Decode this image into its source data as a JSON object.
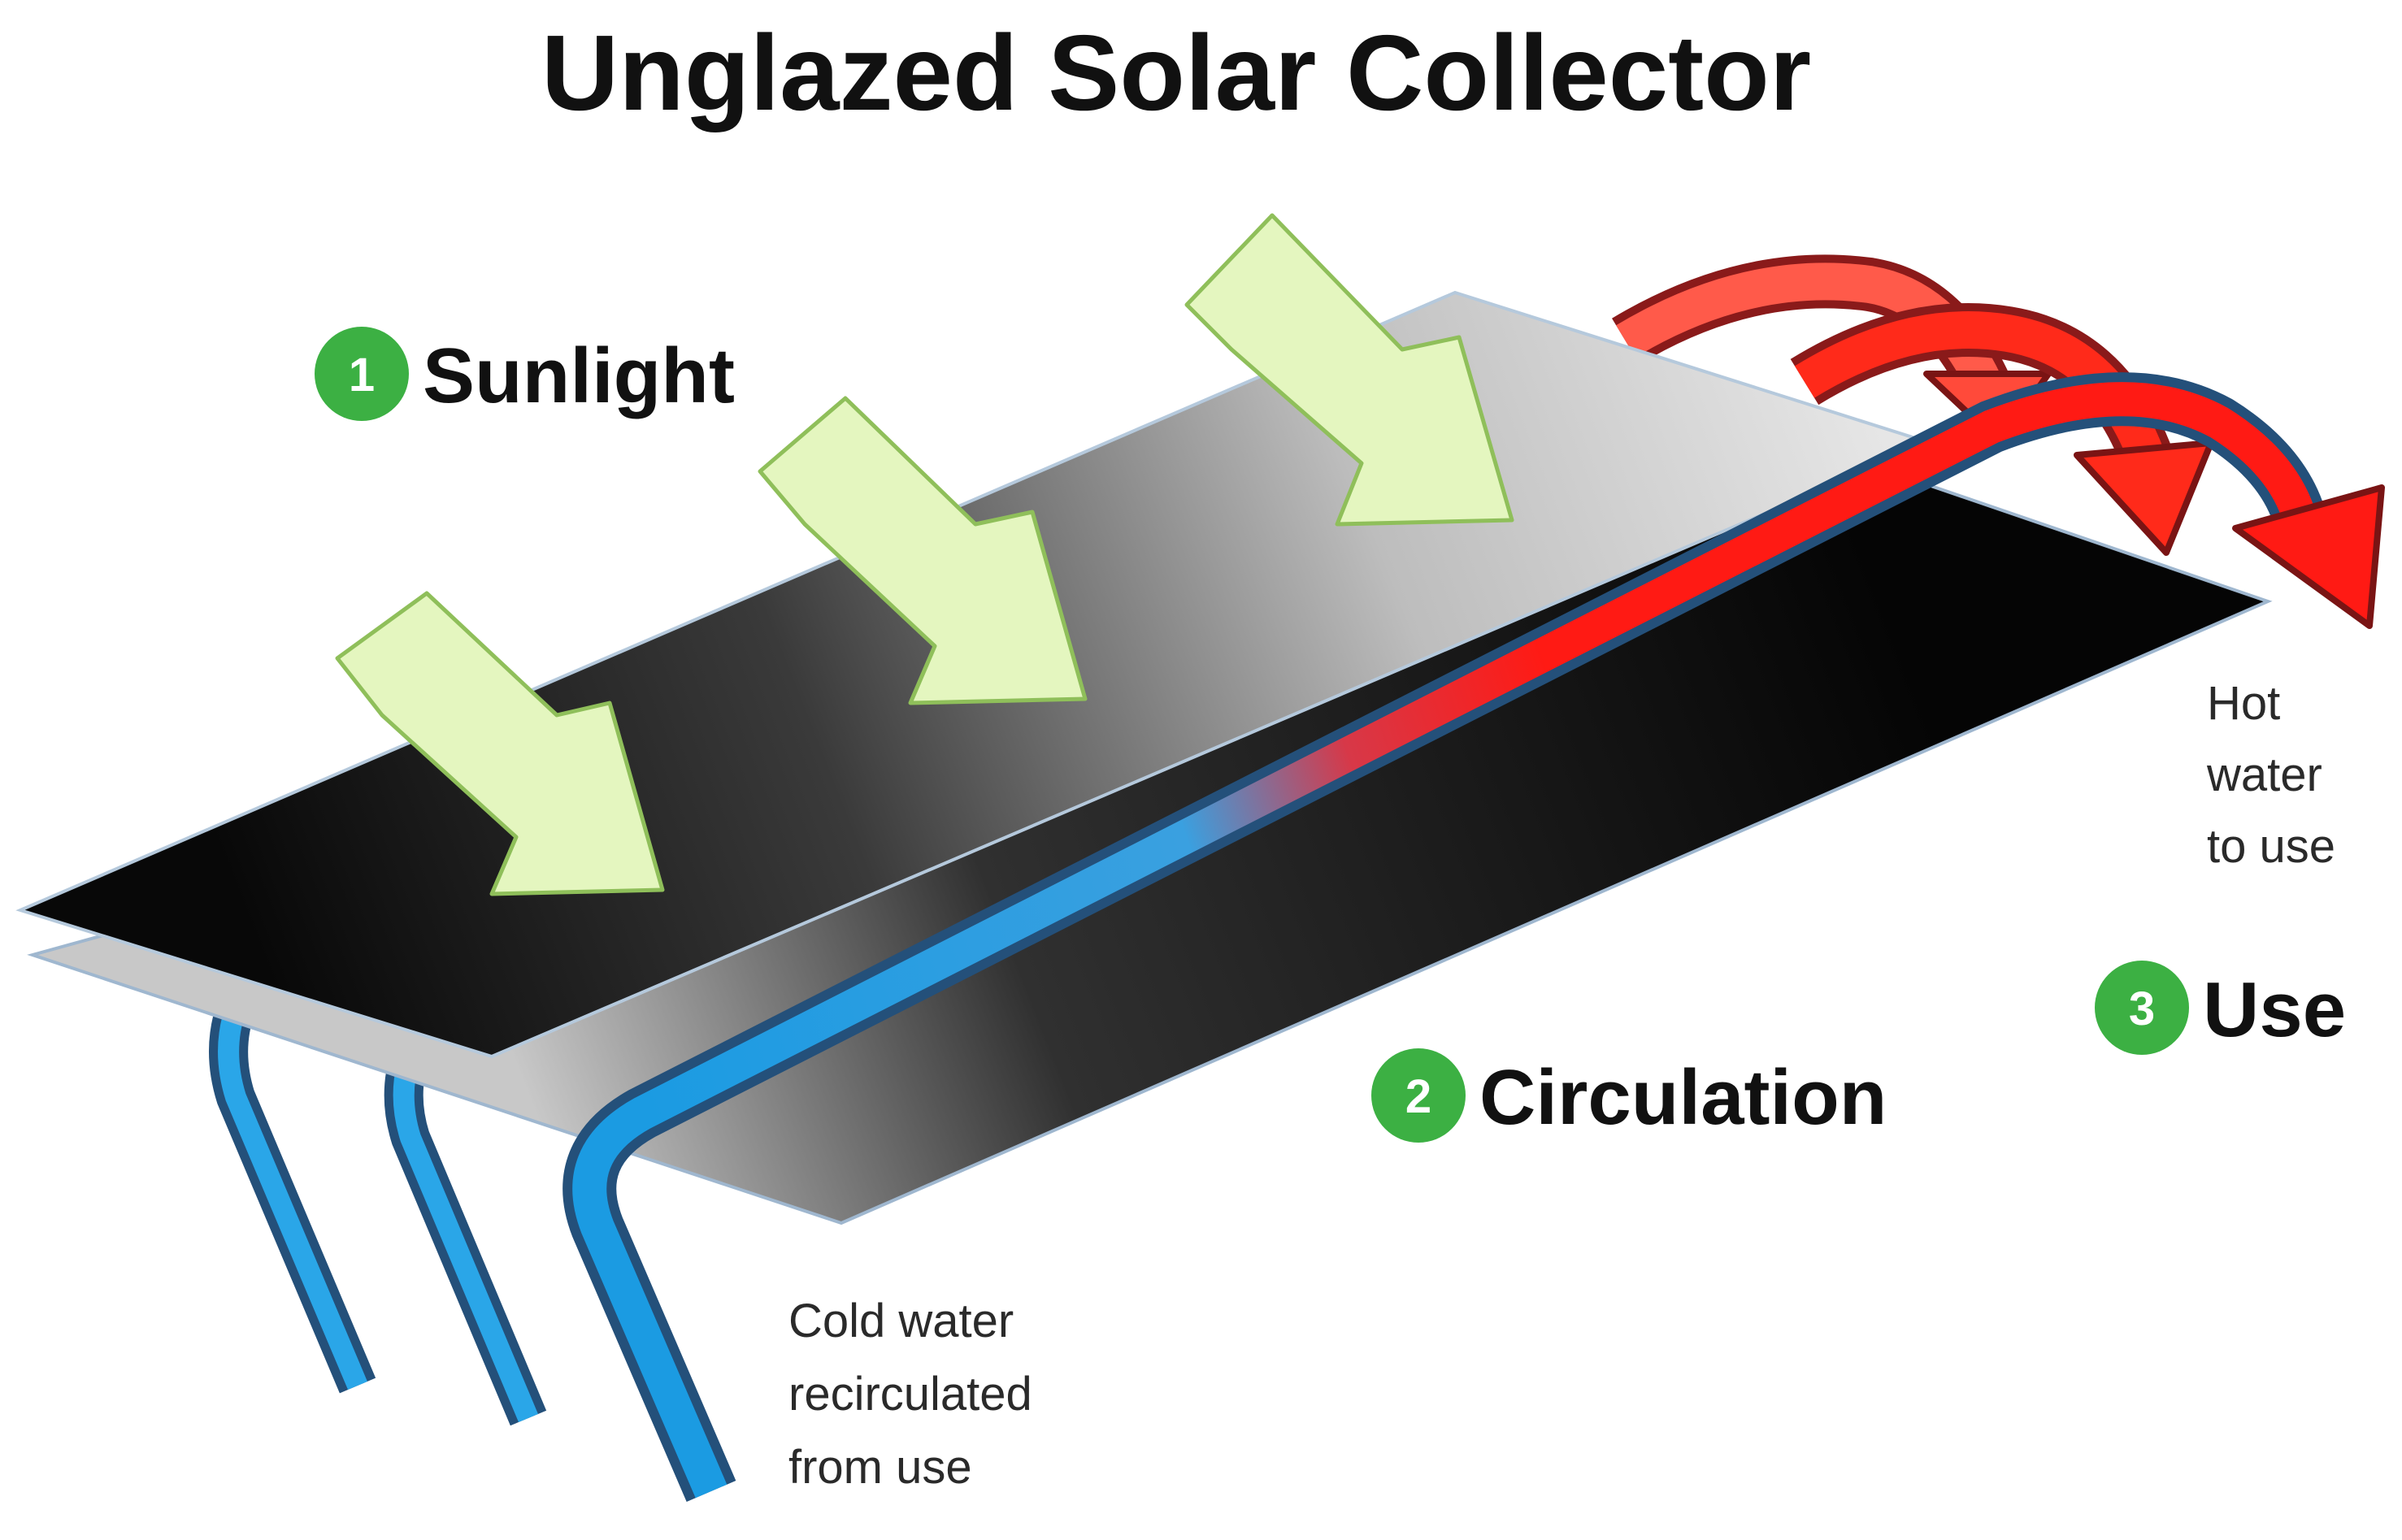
{
  "title": "Unglazed Solar Collector",
  "steps": [
    {
      "number": "1",
      "label": "Sunlight"
    },
    {
      "number": "2",
      "label": "Circulation"
    },
    {
      "number": "3",
      "label": "Use"
    }
  ],
  "notes": {
    "hot": [
      "Hot",
      "water",
      "to use"
    ],
    "cold": [
      "Cold water",
      "recirculated",
      "from use"
    ]
  },
  "colors": {
    "badge": "#3cb043",
    "sun_arrow": "#e4f6bf",
    "hot_pipe": "#ff2a1a",
    "cold_pipe": "#2aa6e8",
    "pipe_outline": "#24507a",
    "panel_dark": "#151515"
  }
}
